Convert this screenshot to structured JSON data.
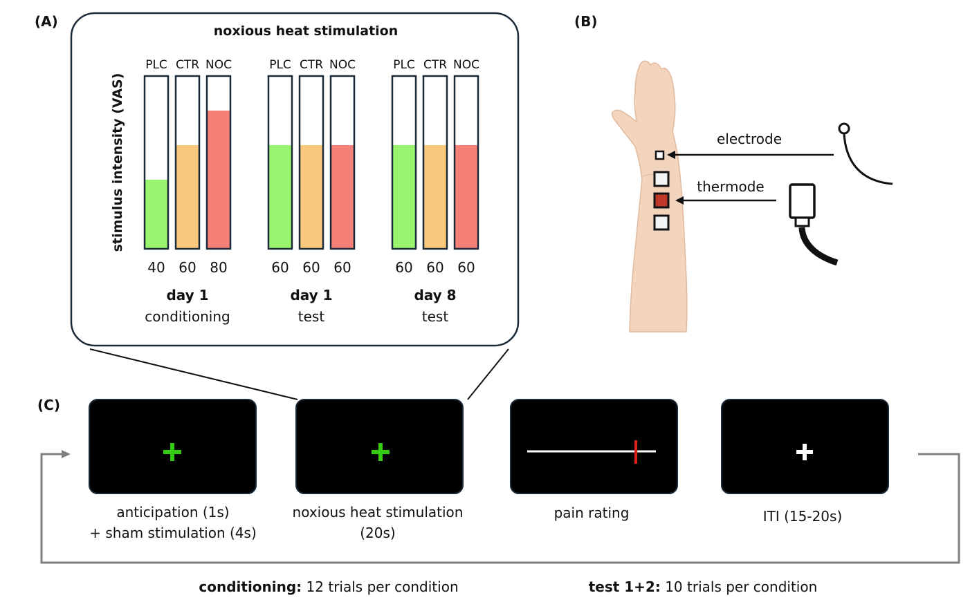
{
  "panel_a": {
    "label": "(A)",
    "title": "noxious heat stimulation",
    "ylabel": "stimulus intensity (VAS)",
    "groups": [
      {
        "bars": [
          {
            "cond": "PLC",
            "value": 40
          },
          {
            "cond": "CTR",
            "value": 60
          },
          {
            "cond": "NOC",
            "value": 80
          }
        ],
        "day": "day 1",
        "phase": "conditioning"
      },
      {
        "bars": [
          {
            "cond": "PLC",
            "value": 60
          },
          {
            "cond": "CTR",
            "value": 60
          },
          {
            "cond": "NOC",
            "value": 60
          }
        ],
        "day": "day 1",
        "phase": "test"
      },
      {
        "bars": [
          {
            "cond": "PLC",
            "value": 60
          },
          {
            "cond": "CTR",
            "value": 60
          },
          {
            "cond": "NOC",
            "value": 60
          }
        ],
        "day": "day 8",
        "phase": "test"
      }
    ],
    "colors": {
      "PLC": "#99f56f",
      "CTR": "#fbc97d",
      "NOC": "#f58078"
    },
    "scale_max": 100
  },
  "panel_b": {
    "label": "(B)",
    "electrode_label": "electrode",
    "thermode_label": "thermode"
  },
  "panel_c": {
    "label": "(C)",
    "screens": [
      {
        "caption_line1": "anticipation (1s)",
        "caption_line2": "+ sham stimulation (4s)",
        "content": "green-cross"
      },
      {
        "caption_line1": "noxious heat stimulation",
        "caption_line2": "(20s)",
        "content": "green-cross"
      },
      {
        "caption_line1": "pain rating",
        "caption_line2": "",
        "content": "rating-scale"
      },
      {
        "caption_line1": "ITI (15-20s)",
        "caption_line2": "",
        "content": "white-cross"
      }
    ],
    "footer_left_bold": "conditioning:",
    "footer_left_text": " 12 trials per condition",
    "footer_right_bold": "test 1+2:",
    "footer_right_text": " 10 trials per condition"
  }
}
